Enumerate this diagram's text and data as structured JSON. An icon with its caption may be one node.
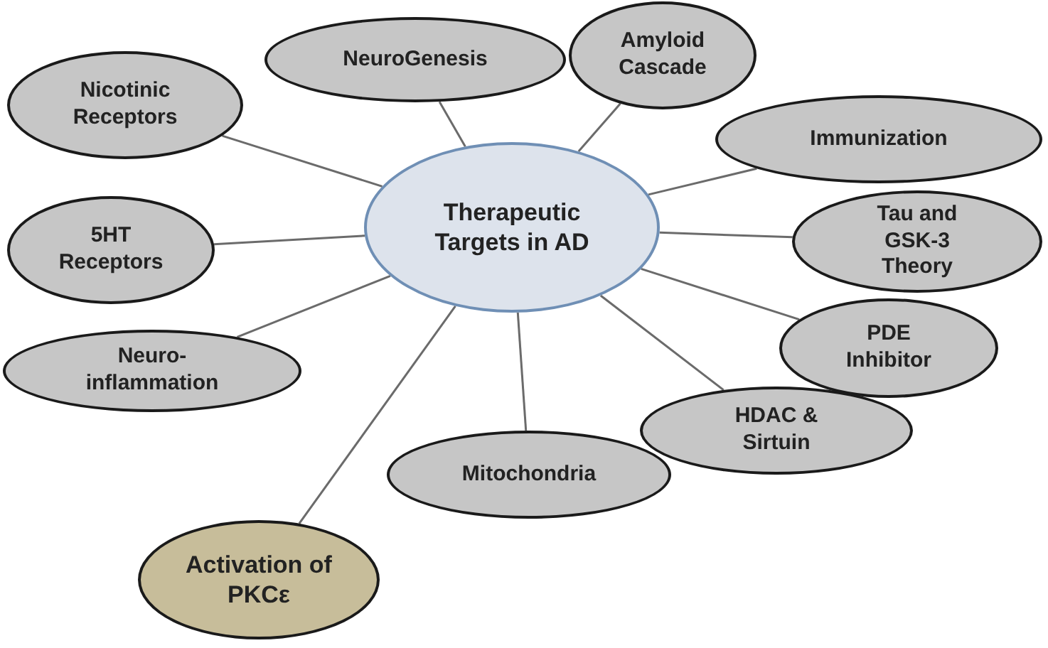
{
  "diagram": {
    "nodes": [
      {
        "text": [
          "Therapeutic Targets in AD"
        ]
      },
      {
        "text": [
          "NeuroGenesis"
        ]
      },
      {
        "text": [
          "Amyloid Cascade"
        ]
      },
      {
        "text": [
          "Nicotinic Receptors"
        ]
      },
      {
        "text": [
          "Immunization"
        ]
      },
      {
        "text": [
          "Tau and GSK-3 Theory"
        ]
      },
      {
        "text": [
          "5HT Receptors"
        ]
      },
      {
        "text": [
          "PDE Inhibitor"
        ]
      },
      {
        "text": [
          "Neuro- inflammation"
        ]
      },
      {
        "text": [
          "HDAC & Sirtuin"
        ]
      },
      {
        "text": [
          "Mitochondria"
        ]
      },
      {
        "text": [
          "Activation of PKCε"
        ]
      }
    ],
    "edges": [
      {
        "from": 0,
        "to": 1,
        "arrow": "none"
      },
      {
        "from": 0,
        "to": 2,
        "arrow": "none"
      },
      {
        "from": 0,
        "to": 3,
        "arrow": "none"
      },
      {
        "from": 0,
        "to": 4,
        "arrow": "none"
      },
      {
        "from": 0,
        "to": 5,
        "arrow": "none"
      },
      {
        "from": 0,
        "to": 6,
        "arrow": "none"
      },
      {
        "from": 0,
        "to": 7,
        "arrow": "none"
      },
      {
        "from": 0,
        "to": 8,
        "arrow": "none"
      },
      {
        "from": 0,
        "to": 9,
        "arrow": "none"
      },
      {
        "from": 0,
        "to": 10,
        "arrow": "none"
      },
      {
        "from": 0,
        "to": 11,
        "arrow": "none"
      }
    ]
  }
}
